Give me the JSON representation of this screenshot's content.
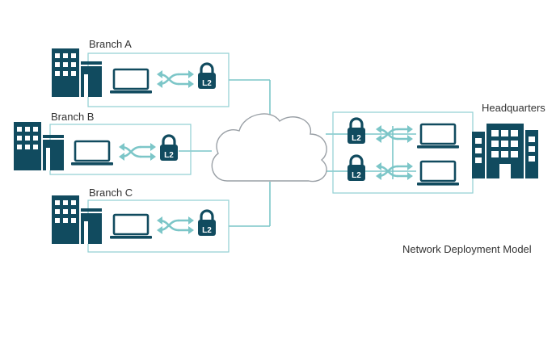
{
  "colors": {
    "primary": "#114b5f",
    "accent": "#7cc6c8",
    "box_stroke": "#8fcfd3",
    "line": "#7cc6c8",
    "cloud_stroke": "#9aa0a6",
    "text": "#333333"
  },
  "branches": [
    {
      "label": "Branch A",
      "icons": [
        "building-icon",
        "laptop-icon",
        "switch-arrows-icon",
        "l2-lock-icon"
      ]
    },
    {
      "label": "Branch B",
      "icons": [
        "building-icon",
        "laptop-icon",
        "switch-arrows-icon",
        "l2-lock-icon"
      ]
    },
    {
      "label": "Branch C",
      "icons": [
        "building-icon",
        "laptop-icon",
        "switch-arrows-icon",
        "l2-lock-icon"
      ]
    }
  ],
  "headquarters": {
    "label": "Headquarters",
    "icons": [
      "l2-lock-icon",
      "switch-arrows-icon",
      "laptop-icon",
      "office-building-icon"
    ]
  },
  "lock_text": "L2",
  "caption": "Network Deployment Model",
  "cloud": {
    "icon": "cloud-icon"
  }
}
